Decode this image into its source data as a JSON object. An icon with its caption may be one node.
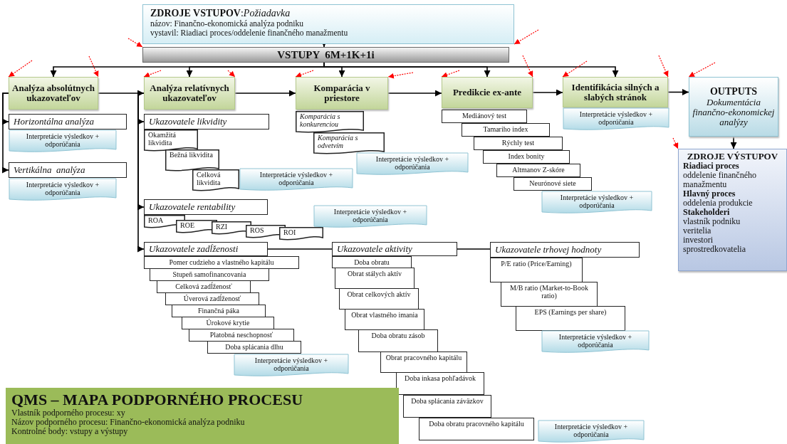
{
  "diagram": {
    "nodes": [
      {
        "text": [
          "**ZDROJE VSTUPOV**:*Požiadavka*",
          "názov: Finančno-ekonomická analýza podniku",
          "vystavil: Riadiaci proces/oddelenie  finančného manažmentu"
        ]
      },
      {
        "text": [
          "VSTUPY  6M+1K+1i"
        ]
      },
      {
        "text": [
          "Analýza absolútnych ukazovateľov"
        ]
      },
      {
        "text": [
          "Horizontálna analýza"
        ]
      },
      {
        "text": [
          "Interpretácie výsledkov + odporúčania"
        ]
      },
      {
        "text": [
          "Vertikálna  analýza"
        ]
      },
      {
        "text": [
          "Interpretácie výsledkov + odporúčania"
        ]
      },
      {
        "text": [
          "Analýza relatívnych ukazovateľov"
        ]
      },
      {
        "text": [
          "Ukazovatele likvidity"
        ]
      },
      {
        "text": [
          "Okamžitá likvidita"
        ]
      },
      {
        "text": [
          "Bežná likvidita"
        ]
      },
      {
        "text": [
          "Celková likvidita"
        ]
      },
      {
        "text": [
          "Interpretácie výsledkov + odporúčania"
        ]
      },
      {
        "text": [
          "Ukazovatele rentability"
        ]
      },
      {
        "text": [
          "ROA"
        ]
      },
      {
        "text": [
          "ROE"
        ]
      },
      {
        "text": [
          "RZI"
        ]
      },
      {
        "text": [
          "ROS"
        ]
      },
      {
        "text": [
          "ROI"
        ]
      },
      {
        "text": [
          "Interpretácie výsledkov + odporúčania"
        ]
      },
      {
        "text": [
          "Ukazovatele zadĺženosti"
        ]
      },
      {
        "text": [
          "Pomer cudzieho a vlastného kapitálu"
        ]
      },
      {
        "text": [
          "Stupeň samofinancovania"
        ]
      },
      {
        "text": [
          "Celková zadĺženosť"
        ]
      },
      {
        "text": [
          "Úverová zadĺženosť"
        ]
      },
      {
        "text": [
          "Finančná páka"
        ]
      },
      {
        "text": [
          "Úrokové krytie"
        ]
      },
      {
        "text": [
          "Platobná neschopnosť"
        ]
      },
      {
        "text": [
          "Doba splácania dlhu"
        ]
      },
      {
        "text": [
          "Interpretácie výsledkov + odporúčania"
        ]
      },
      {
        "text": [
          "Komparácia v priestore"
        ]
      },
      {
        "text": [
          "Komparácia s konkurenciou"
        ]
      },
      {
        "text": [
          "Komparácia s odvetvím"
        ]
      },
      {
        "text": [
          "Interpretácie výsledkov + odporúčania"
        ]
      },
      {
        "text": [
          "Ukazovatele aktivity"
        ]
      },
      {
        "text": [
          "Doba obratu"
        ]
      },
      {
        "text": [
          "Obrat stálych aktív"
        ]
      },
      {
        "text": [
          "Obrat celkových aktív"
        ]
      },
      {
        "text": [
          "Obrat vlastného imania"
        ]
      },
      {
        "text": [
          "Doba obratu zásob"
        ]
      },
      {
        "text": [
          "Obrat pracovného kapitálu"
        ]
      },
      {
        "text": [
          "Doba inkasa pohľadávok"
        ]
      },
      {
        "text": [
          "Doba splácania záväzkov"
        ]
      },
      {
        "text": [
          "Doba obratu pracovného kapitálu"
        ]
      },
      {
        "text": [
          "Interpretácie výsledkov + odporúčania"
        ]
      },
      {
        "text": [
          "Predikcie ex-ante"
        ]
      },
      {
        "text": [
          "Mediánový test"
        ]
      },
      {
        "text": [
          "Tamariho index"
        ]
      },
      {
        "text": [
          "Rýchly test"
        ]
      },
      {
        "text": [
          "Index bonity"
        ]
      },
      {
        "text": [
          "Altmanov Z-skóre"
        ]
      },
      {
        "text": [
          "Neurónové siete"
        ]
      },
      {
        "text": [
          "Interpretácie výsledkov + odporúčania"
        ]
      },
      {
        "text": [
          "Identifikácia silných a slabých stránok"
        ]
      },
      {
        "text": [
          "Interpretácie výsledkov + odporúčania"
        ]
      },
      {
        "text": [
          "OUTPUTS",
          "Dokumentácia finančno-ekonomickej analýzy"
        ]
      },
      {
        "text": [
          "ZDROJE VÝSTUPOV",
          "Riadiaci proces",
          "oddelenie finančného manažmentu",
          "Hlavný proces",
          "oddelenia produkcie",
          "Stakeholderi",
          "vlastník podniku",
          "veritelia",
          "investori",
          "sprostredkovatelia"
        ]
      },
      {
        "text": [
          "Ukazovatele trhovej hodnoty"
        ]
      },
      {
        "text": [
          "P/E ratio (Price/Earning)"
        ]
      },
      {
        "text": [
          "M/B ratio (Market-to-Book ratio)"
        ]
      },
      {
        "text": [
          "EPS (Earnings per share)"
        ]
      },
      {
        "text": [
          "Interpretácie výsledkov + odporúčania"
        ]
      },
      {
        "text": [
          "QMS – MAPA PODPORNÉHO PROCESU",
          "Vlastník podporného procesu: xy",
          "Názov podporného procesu: Finančno-ekonomická analýza podniku",
          "Kontrolné body: vstupy a výstupy"
        ]
      }
    ],
    "edges": [
      {
        "from": 0,
        "to": 1,
        "arrow": "to"
      },
      {
        "from": 1,
        "to": 2,
        "arrow": "to"
      },
      {
        "from": 1,
        "to": 7,
        "arrow": "to"
      },
      {
        "from": 1,
        "to": 30,
        "arrow": "to"
      },
      {
        "from": 1,
        "to": 45,
        "arrow": "to"
      },
      {
        "from": 1,
        "to": 53,
        "arrow": "to"
      },
      {
        "from": 2,
        "to": 7,
        "arrow": "to"
      },
      {
        "from": 7,
        "to": 30,
        "arrow": "to"
      },
      {
        "from": 30,
        "to": 45,
        "arrow": "to"
      },
      {
        "from": 45,
        "to": 53,
        "arrow": "to"
      },
      {
        "from": 53,
        "to": 55,
        "arrow": "to"
      },
      {
        "from": 55,
        "to": 56,
        "arrow": "to"
      },
      {
        "from": 2,
        "to": 3,
        "arrow": "to"
      },
      {
        "from": 2,
        "to": 5,
        "arrow": "to"
      },
      {
        "from": 7,
        "to": 8,
        "arrow": "to"
      },
      {
        "from": 7,
        "to": 13,
        "arrow": "to"
      },
      {
        "from": 7,
        "to": 20,
        "arrow": "to"
      },
      {
        "from": 20,
        "to": 34,
        "arrow": "none"
      },
      {
        "from": 34,
        "to": 57,
        "arrow": "none"
      },
      {
        "from": null,
        "to": 2,
        "arrow": "to",
        "style": "dashed",
        "color": "#ff0000"
      },
      {
        "from": null,
        "to": 2,
        "arrow": "to",
        "style": "dashed",
        "color": "#ff0000"
      },
      {
        "from": null,
        "to": 1,
        "arrow": "to",
        "style": "dashed",
        "color": "#ff0000"
      },
      {
        "from": null,
        "to": 0,
        "arrow": "to",
        "style": "dashed",
        "color": "#ff0000"
      },
      {
        "from": null,
        "to": 7,
        "arrow": "to",
        "style": "dashed",
        "color": "#ff0000"
      },
      {
        "from": null,
        "to": 7,
        "arrow": "to",
        "style": "dashed",
        "color": "#ff0000"
      },
      {
        "from": null,
        "to": 30,
        "arrow": "to",
        "style": "dashed",
        "color": "#ff0000"
      },
      {
        "from": null,
        "to": 30,
        "arrow": "to",
        "style": "dashed",
        "color": "#ff0000"
      },
      {
        "from": null,
        "to": 45,
        "arrow": "to",
        "style": "dashed",
        "color": "#ff0000"
      },
      {
        "from": null,
        "to": 45,
        "arrow": "to",
        "style": "dashed",
        "color": "#ff0000"
      },
      {
        "from": null,
        "to": 53,
        "arrow": "to",
        "style": "dashed",
        "color": "#ff0000"
      },
      {
        "from": null,
        "to": 53,
        "arrow": "to",
        "style": "dashed",
        "color": "#ff0000"
      },
      {
        "from": null,
        "to": 55,
        "arrow": "to",
        "style": "dashed",
        "color": "#ff0000"
      },
      {
        "from": null,
        "to": 56,
        "arrow": "to",
        "style": "dashed",
        "color": "#ff0000"
      }
    ]
  }
}
